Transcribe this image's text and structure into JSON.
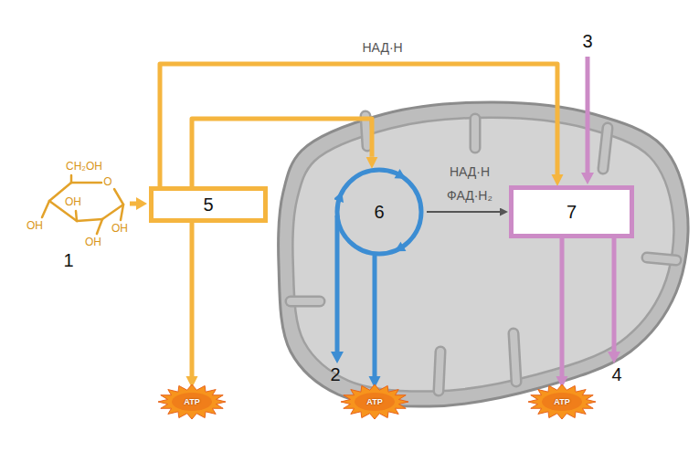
{
  "diagram": {
    "nodes": [
      {
        "text": [
          "5"
        ]
      },
      {
        "text": [
          "6"
        ]
      },
      {
        "text": [
          "7"
        ]
      },
      {
        "text": [
          "ATP"
        ]
      },
      {
        "text": [
          "ATP"
        ]
      },
      {
        "text": [
          "ATP"
        ]
      }
    ],
    "edges": [
      {
        "from": 0,
        "to": 1,
        "arrow": "to"
      },
      {
        "from": 0,
        "to": 2,
        "label": "НАД·Н",
        "arrow": "to"
      },
      {
        "from": 1,
        "to": 2,
        "arrow": "to"
      },
      {
        "from": 0,
        "to": 3,
        "arrow": "to"
      },
      {
        "from": 1,
        "to": 4,
        "arrow": "to"
      },
      {
        "from": 2,
        "to": 5,
        "arrow": "to"
      }
    ],
    "labels": [
      "CH₂OH",
      "O",
      "OH",
      "OH",
      "OH",
      "OH",
      "1",
      "2",
      "3",
      "4",
      "НАД·Н",
      "ФАД·H₂"
    ]
  }
}
